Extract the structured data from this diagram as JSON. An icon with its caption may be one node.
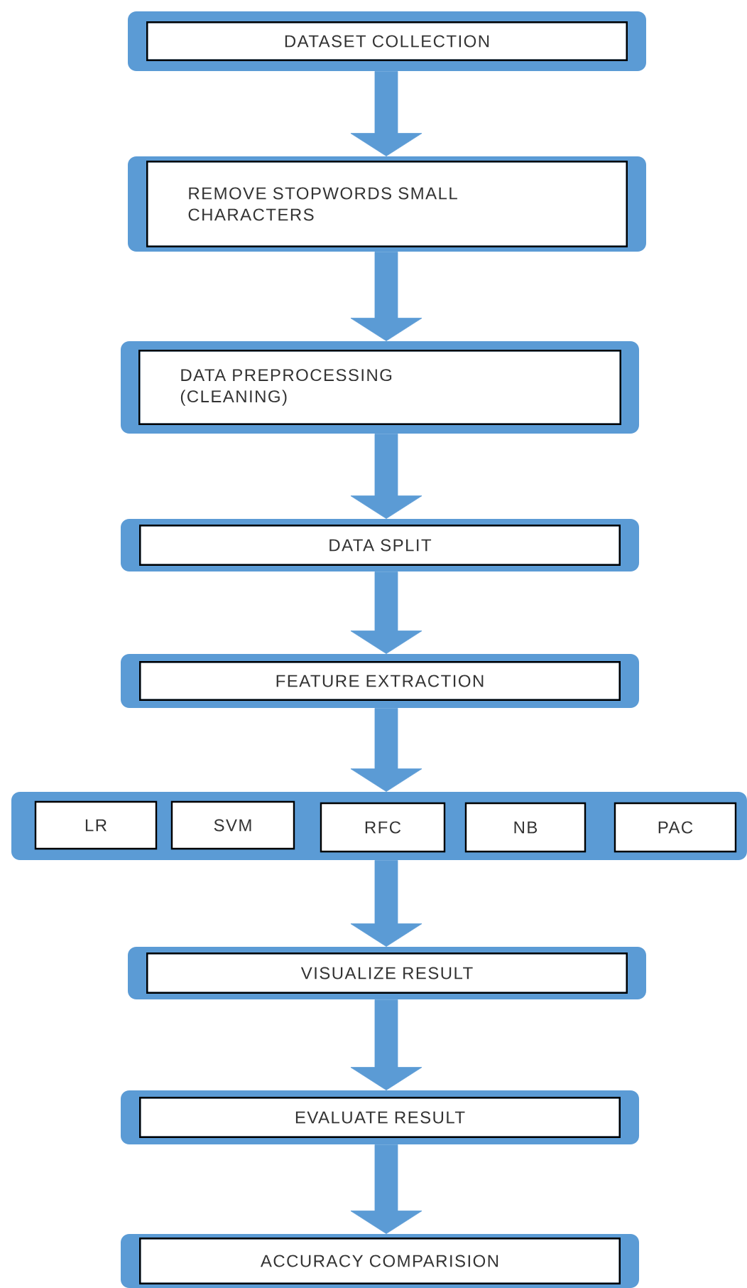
{
  "diagram": {
    "nodes": [
      {
        "text": [
          "DATASET COLLECTION"
        ]
      },
      {
        "text": [
          "REMOVE STOPWORDS SMALL CHARACTERS"
        ]
      },
      {
        "text": [
          "DATA PREPROCESSING (CLEANING)"
        ]
      },
      {
        "text": [
          "DATA SPLIT"
        ]
      },
      {
        "text": [
          "FEATURE EXTRACTION"
        ]
      },
      {
        "text": [],
        "shape": "box"
      },
      {
        "text": [
          "LR"
        ],
        "in": 5
      },
      {
        "text": [
          "SVM"
        ],
        "in": 5
      },
      {
        "text": [
          "RFC"
        ],
        "in": 5
      },
      {
        "text": [
          "NB"
        ],
        "in": 5
      },
      {
        "text": [
          "PAC"
        ],
        "in": 5
      },
      {
        "text": [
          "VISUALIZE RESULT"
        ]
      },
      {
        "text": [
          "EVALUATE RESULT"
        ]
      },
      {
        "text": [
          "ACCURACY COMPARISION"
        ]
      }
    ],
    "edges": [
      {
        "from": 0,
        "to": 1,
        "arrow": "to"
      },
      {
        "from": 1,
        "to": 2,
        "arrow": "to"
      },
      {
        "from": 2,
        "to": 3,
        "arrow": "to"
      },
      {
        "from": 3,
        "to": 4,
        "arrow": "to"
      },
      {
        "from": 4,
        "to": 5,
        "arrow": "to"
      },
      {
        "from": 5,
        "to": 11,
        "arrow": "to"
      },
      {
        "from": 11,
        "to": 12,
        "arrow": "to"
      },
      {
        "from": 12,
        "to": 13,
        "arrow": "to"
      }
    ]
  }
}
